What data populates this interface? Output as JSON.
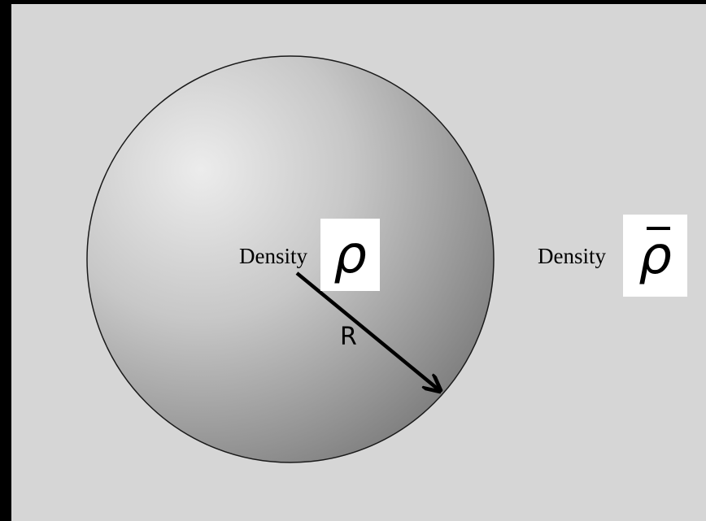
{
  "sphere": {
    "inner_label": "Density",
    "inner_symbol": "ρ",
    "radius_label": "R"
  },
  "outside": {
    "label": "Density",
    "symbol": "ρ"
  },
  "colors": {
    "frame": "#000000",
    "background": "#d6d6d6",
    "sphere_light": "#ececec",
    "sphere_dark": "#7f7f7f",
    "symbol_box": "#ffffff"
  }
}
